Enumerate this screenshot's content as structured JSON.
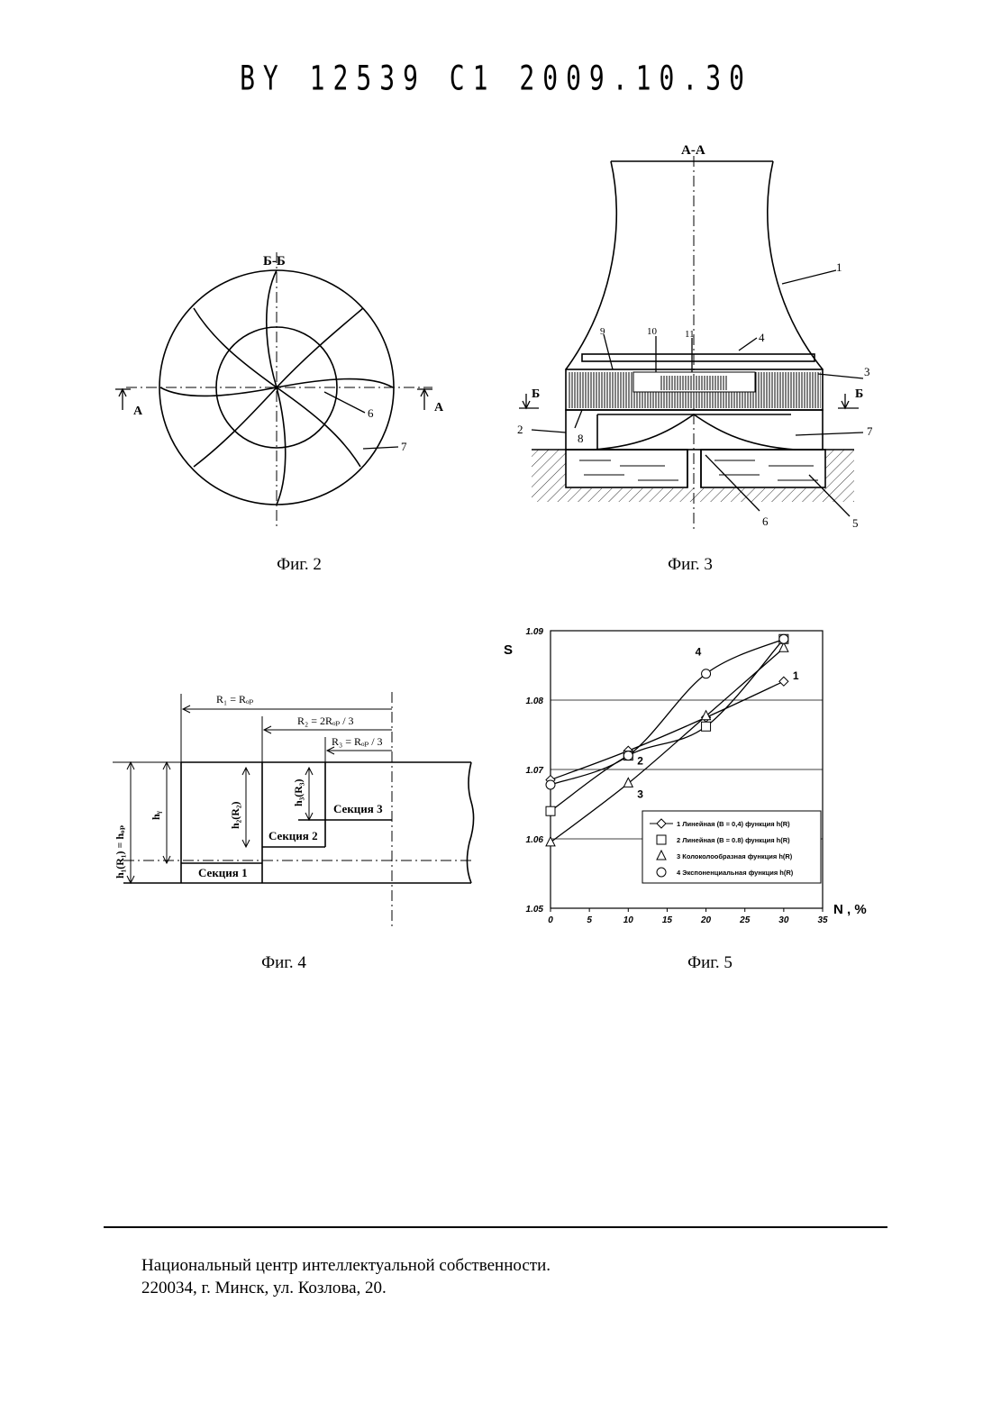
{
  "header": "BY 12539 C1 2009.10.30",
  "fig2": {
    "caption": "Фиг. 2",
    "section_label": "Б-Б",
    "cut_left": "А",
    "cut_right": "А",
    "labels": [
      "6",
      "7"
    ]
  },
  "fig3": {
    "caption": "Фиг. 3",
    "section_label": "А-А",
    "cut_left": "Б",
    "cut_right": "Б",
    "labels": [
      "1",
      "2",
      "3",
      "4",
      "5",
      "6",
      "7",
      "8",
      "9",
      "10",
      "11"
    ]
  },
  "fig4": {
    "caption": "Фиг. 4",
    "r1": "R₁ = Rₒₚ",
    "r2": "R₂ = 2Rₒₚ / 3",
    "r3": "R₃ = Rₒₚ / 3",
    "h1": "h₁(R₁) = hₒₚ",
    "hy": "hᵧ",
    "h2": "h₂(R₂)",
    "h3": "h₃(R₃)",
    "section1": "Секция 1",
    "section2": "Секция 2",
    "section3": "Секция 3"
  },
  "fig5": {
    "caption": "Фиг. 5"
  },
  "chart_data": {
    "type": "line",
    "title": "",
    "xlabel": "N , %",
    "ylabel": "S",
    "xlim": [
      0,
      35
    ],
    "ylim": [
      1.05,
      1.09
    ],
    "x_ticks": [
      "0",
      "5",
      "10",
      "15",
      "20",
      "25",
      "30",
      "35"
    ],
    "y_ticks": [
      "1.05",
      "1.06",
      "1.07",
      "1.08",
      "1.09"
    ],
    "grid": "horizontal",
    "legend_position": "bottom-right",
    "series": [
      {
        "name": "1  Линейная (В = 0,4) функция h(R)",
        "label": "1",
        "marker": "diamond",
        "x": [
          0,
          10,
          20,
          30
        ],
        "y": [
          1.0685,
          1.0727,
          1.0775,
          1.0827
        ]
      },
      {
        "name": "2  Линейная (В = 0.8) функция h(R)",
        "label": "2",
        "marker": "square",
        "x": [
          0,
          10,
          20,
          30
        ],
        "y": [
          1.064,
          1.072,
          1.0762,
          1.0888
        ]
      },
      {
        "name": "3  Колоколообразная функция h(R)",
        "label": "3",
        "marker": "triangle",
        "x": [
          0,
          10,
          20,
          30
        ],
        "y": [
          1.0595,
          1.068,
          1.0777,
          1.0875
        ]
      },
      {
        "name": "4  Экспоненциальная функция h(R)",
        "label": "4",
        "marker": "circle",
        "x": [
          0,
          10,
          20,
          30
        ],
        "y": [
          1.0678,
          1.072,
          1.0838,
          1.0888
        ]
      }
    ]
  },
  "footer": {
    "line1": "Национальный центр интеллектуальной собственности.",
    "line2": "220034, г. Минск, ул. Козлова, 20."
  }
}
